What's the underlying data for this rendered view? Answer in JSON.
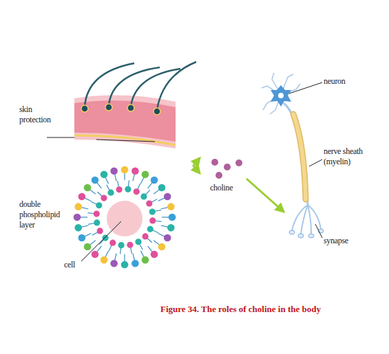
{
  "diagram": {
    "caption": "Figure 34. The roles of choline in the body",
    "labels": [
      "skin protection",
      "double phospholipid layer",
      "cell",
      "choline",
      "neuron",
      "nerve sheath (myelin)",
      "synapse"
    ]
  }
}
